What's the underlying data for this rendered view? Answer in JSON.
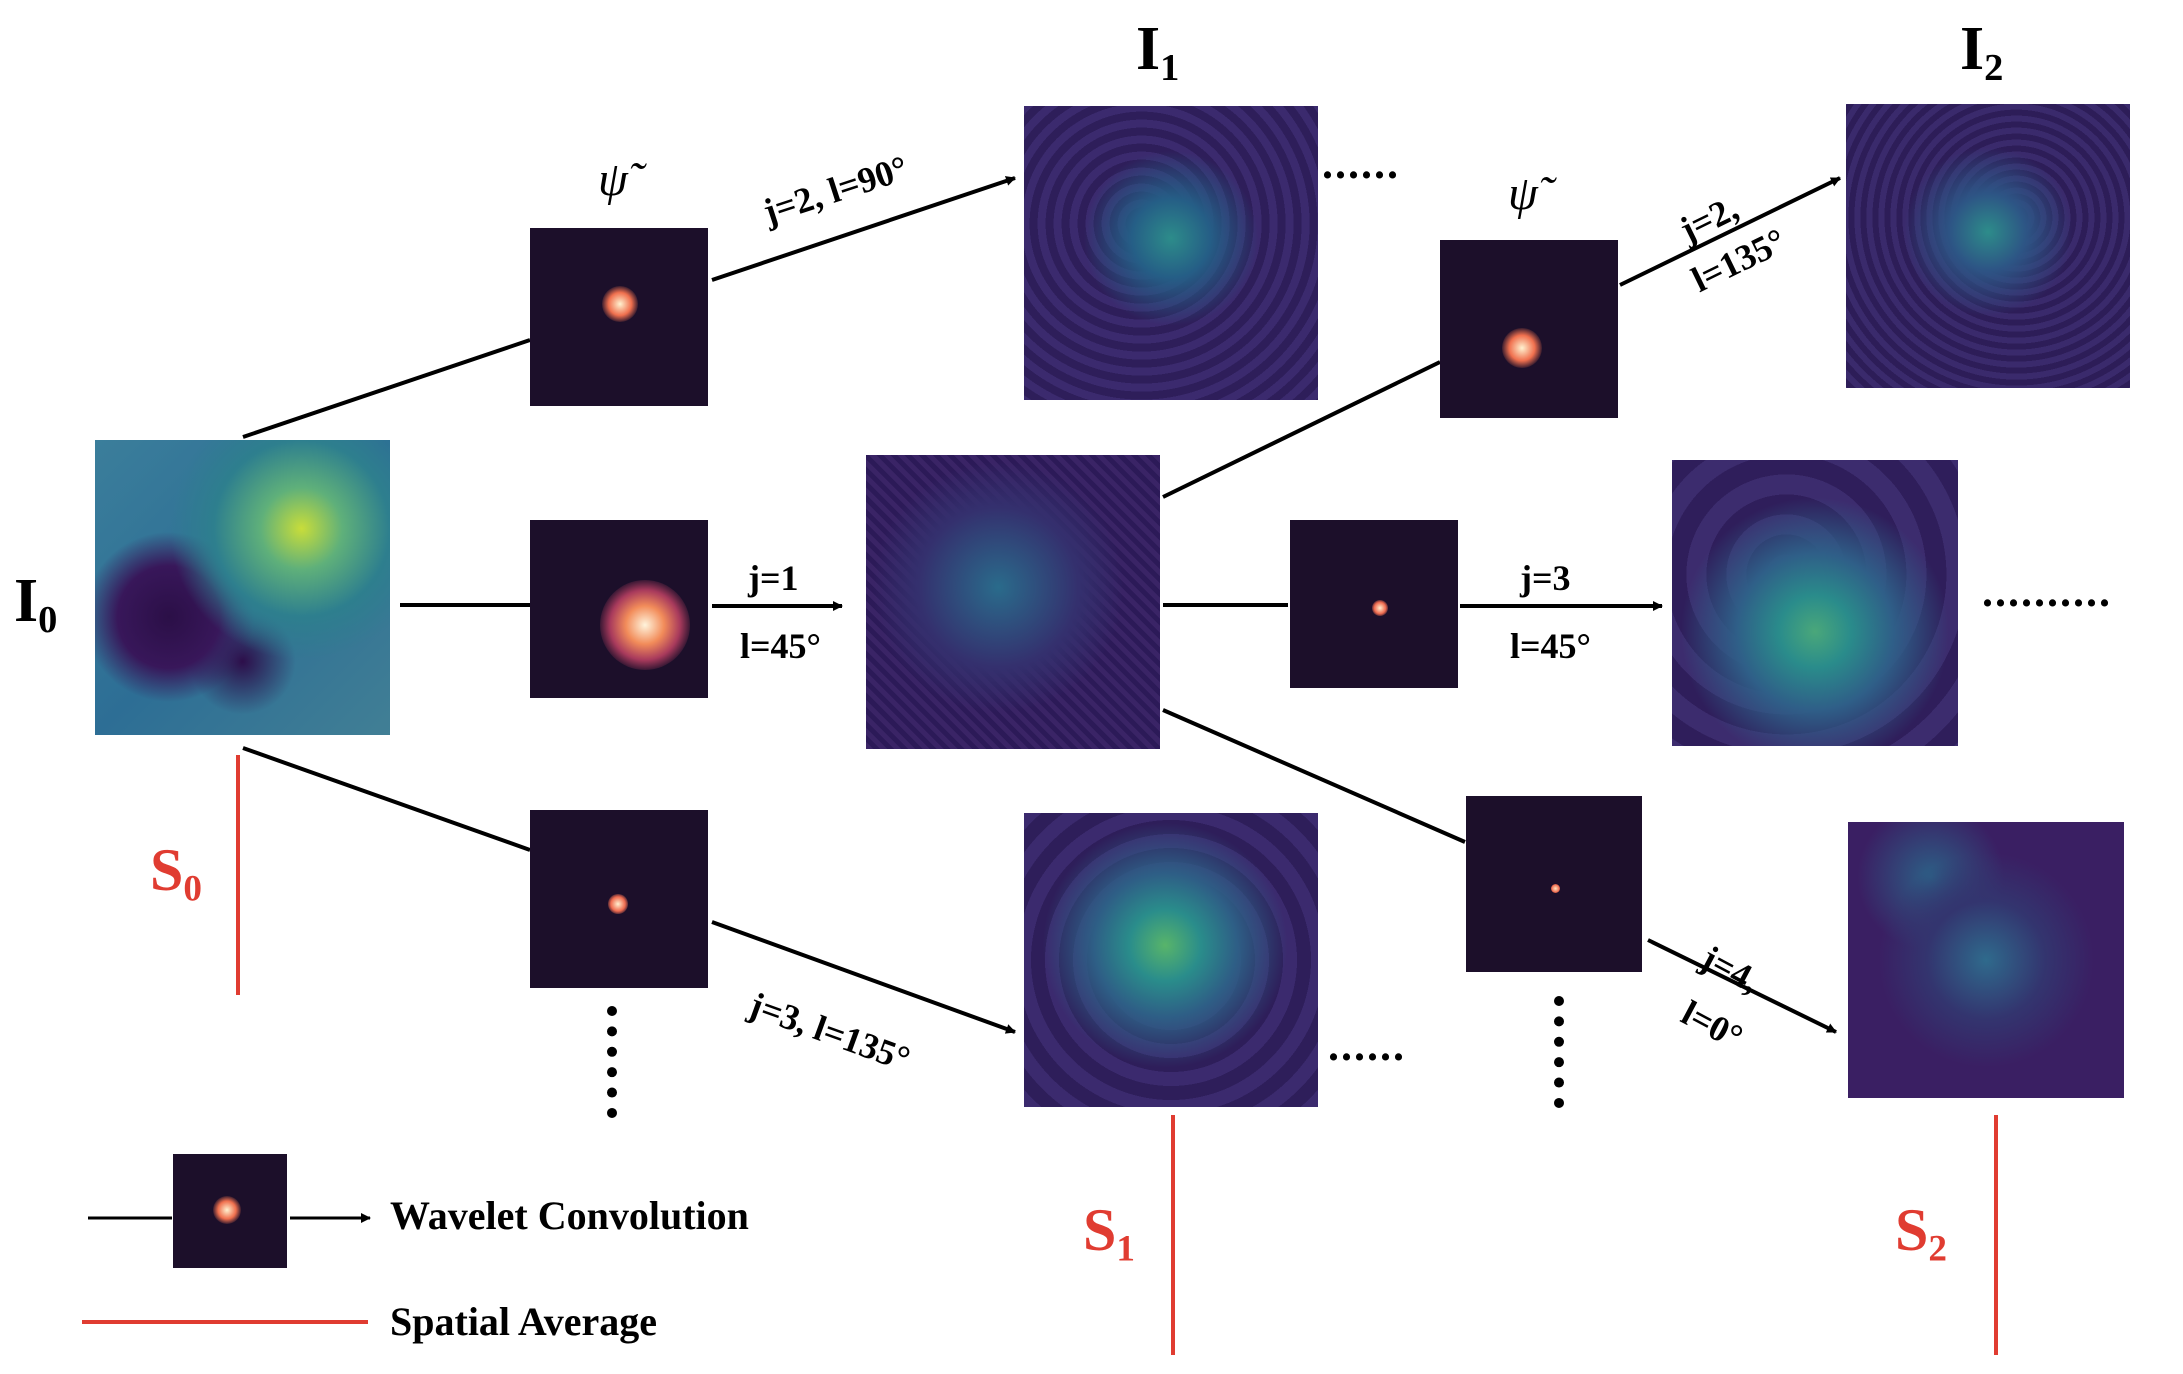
{
  "nodes": {
    "I0": {
      "base": "I",
      "sub": "0"
    },
    "I1": {
      "base": "I",
      "sub": "1"
    },
    "I2": {
      "base": "I",
      "sub": "2"
    },
    "S0": {
      "base": "S",
      "sub": "0"
    },
    "S1": {
      "base": "S",
      "sub": "1"
    },
    "S2": {
      "base": "S",
      "sub": "2"
    }
  },
  "psi_symbol": "ψ̃",
  "edges": {
    "top_first": "j=2, l=90°",
    "mid_first_j": "j=1",
    "mid_first_l": "l=45°",
    "bottom_first": "j=3, l=135°",
    "top_second_j": "j=2,",
    "top_second_l": "l=135°",
    "mid_second_j": "j=3",
    "mid_second_l": "l=45°",
    "bottom_second_j": "j=4,",
    "bottom_second_l": "l=0°"
  },
  "ellipsis_h": "......",
  "ellipsis_long": "..........",
  "legend": {
    "wavelet": "Wavelet Convolution",
    "spatial": "Spatial Average"
  },
  "colors": {
    "spatial_average": "#e03c31",
    "wavelet_bg": "#1c0f2a",
    "viridis_dark": "#3a1f63",
    "viridis_teal": "#2d8c8a",
    "viridis_yellow": "#d7e219"
  }
}
